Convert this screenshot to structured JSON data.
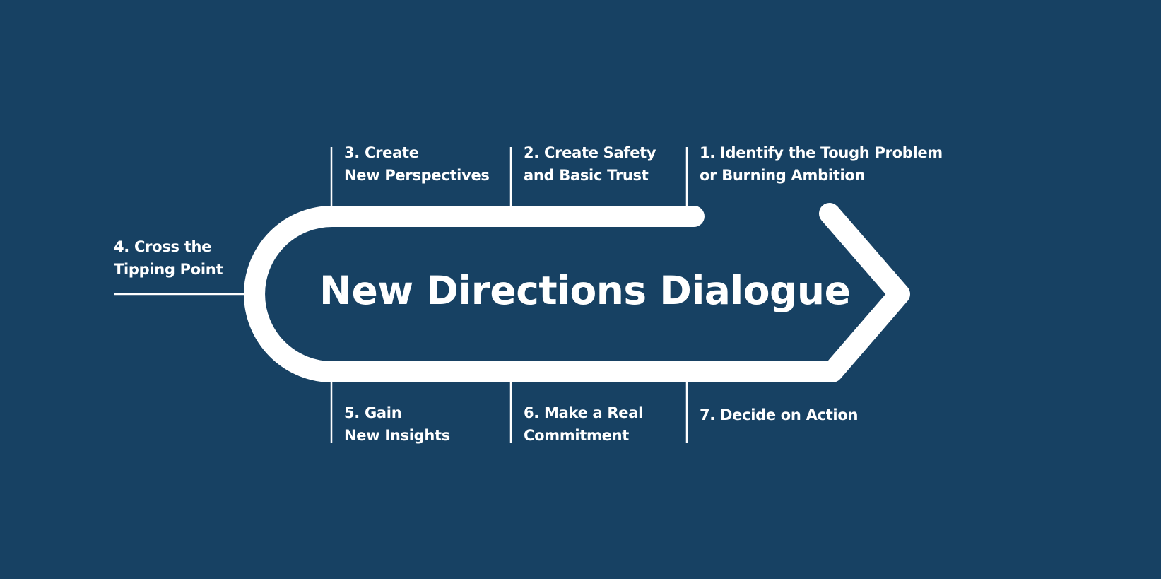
{
  "title": "New Directions Dialogue",
  "colors": {
    "background": "#174163",
    "foreground": "#ffffff"
  },
  "steps": [
    {
      "id": "step-1",
      "lines": [
        "1. Identify the Tough Problem",
        "or Burning Ambition"
      ]
    },
    {
      "id": "step-2",
      "lines": [
        "2. Create Safety",
        "and Basic Trust"
      ]
    },
    {
      "id": "step-3",
      "lines": [
        "3. Create",
        "New Perspectives"
      ]
    },
    {
      "id": "step-4",
      "lines": [
        "4. Cross the",
        "Tipping Point"
      ]
    },
    {
      "id": "step-5",
      "lines": [
        "5. Gain",
        "New Insights"
      ]
    },
    {
      "id": "step-6",
      "lines": [
        "6. Make a Real",
        "Commitment"
      ]
    },
    {
      "id": "step-7",
      "lines": [
        "7. Decide on Action"
      ]
    }
  ]
}
